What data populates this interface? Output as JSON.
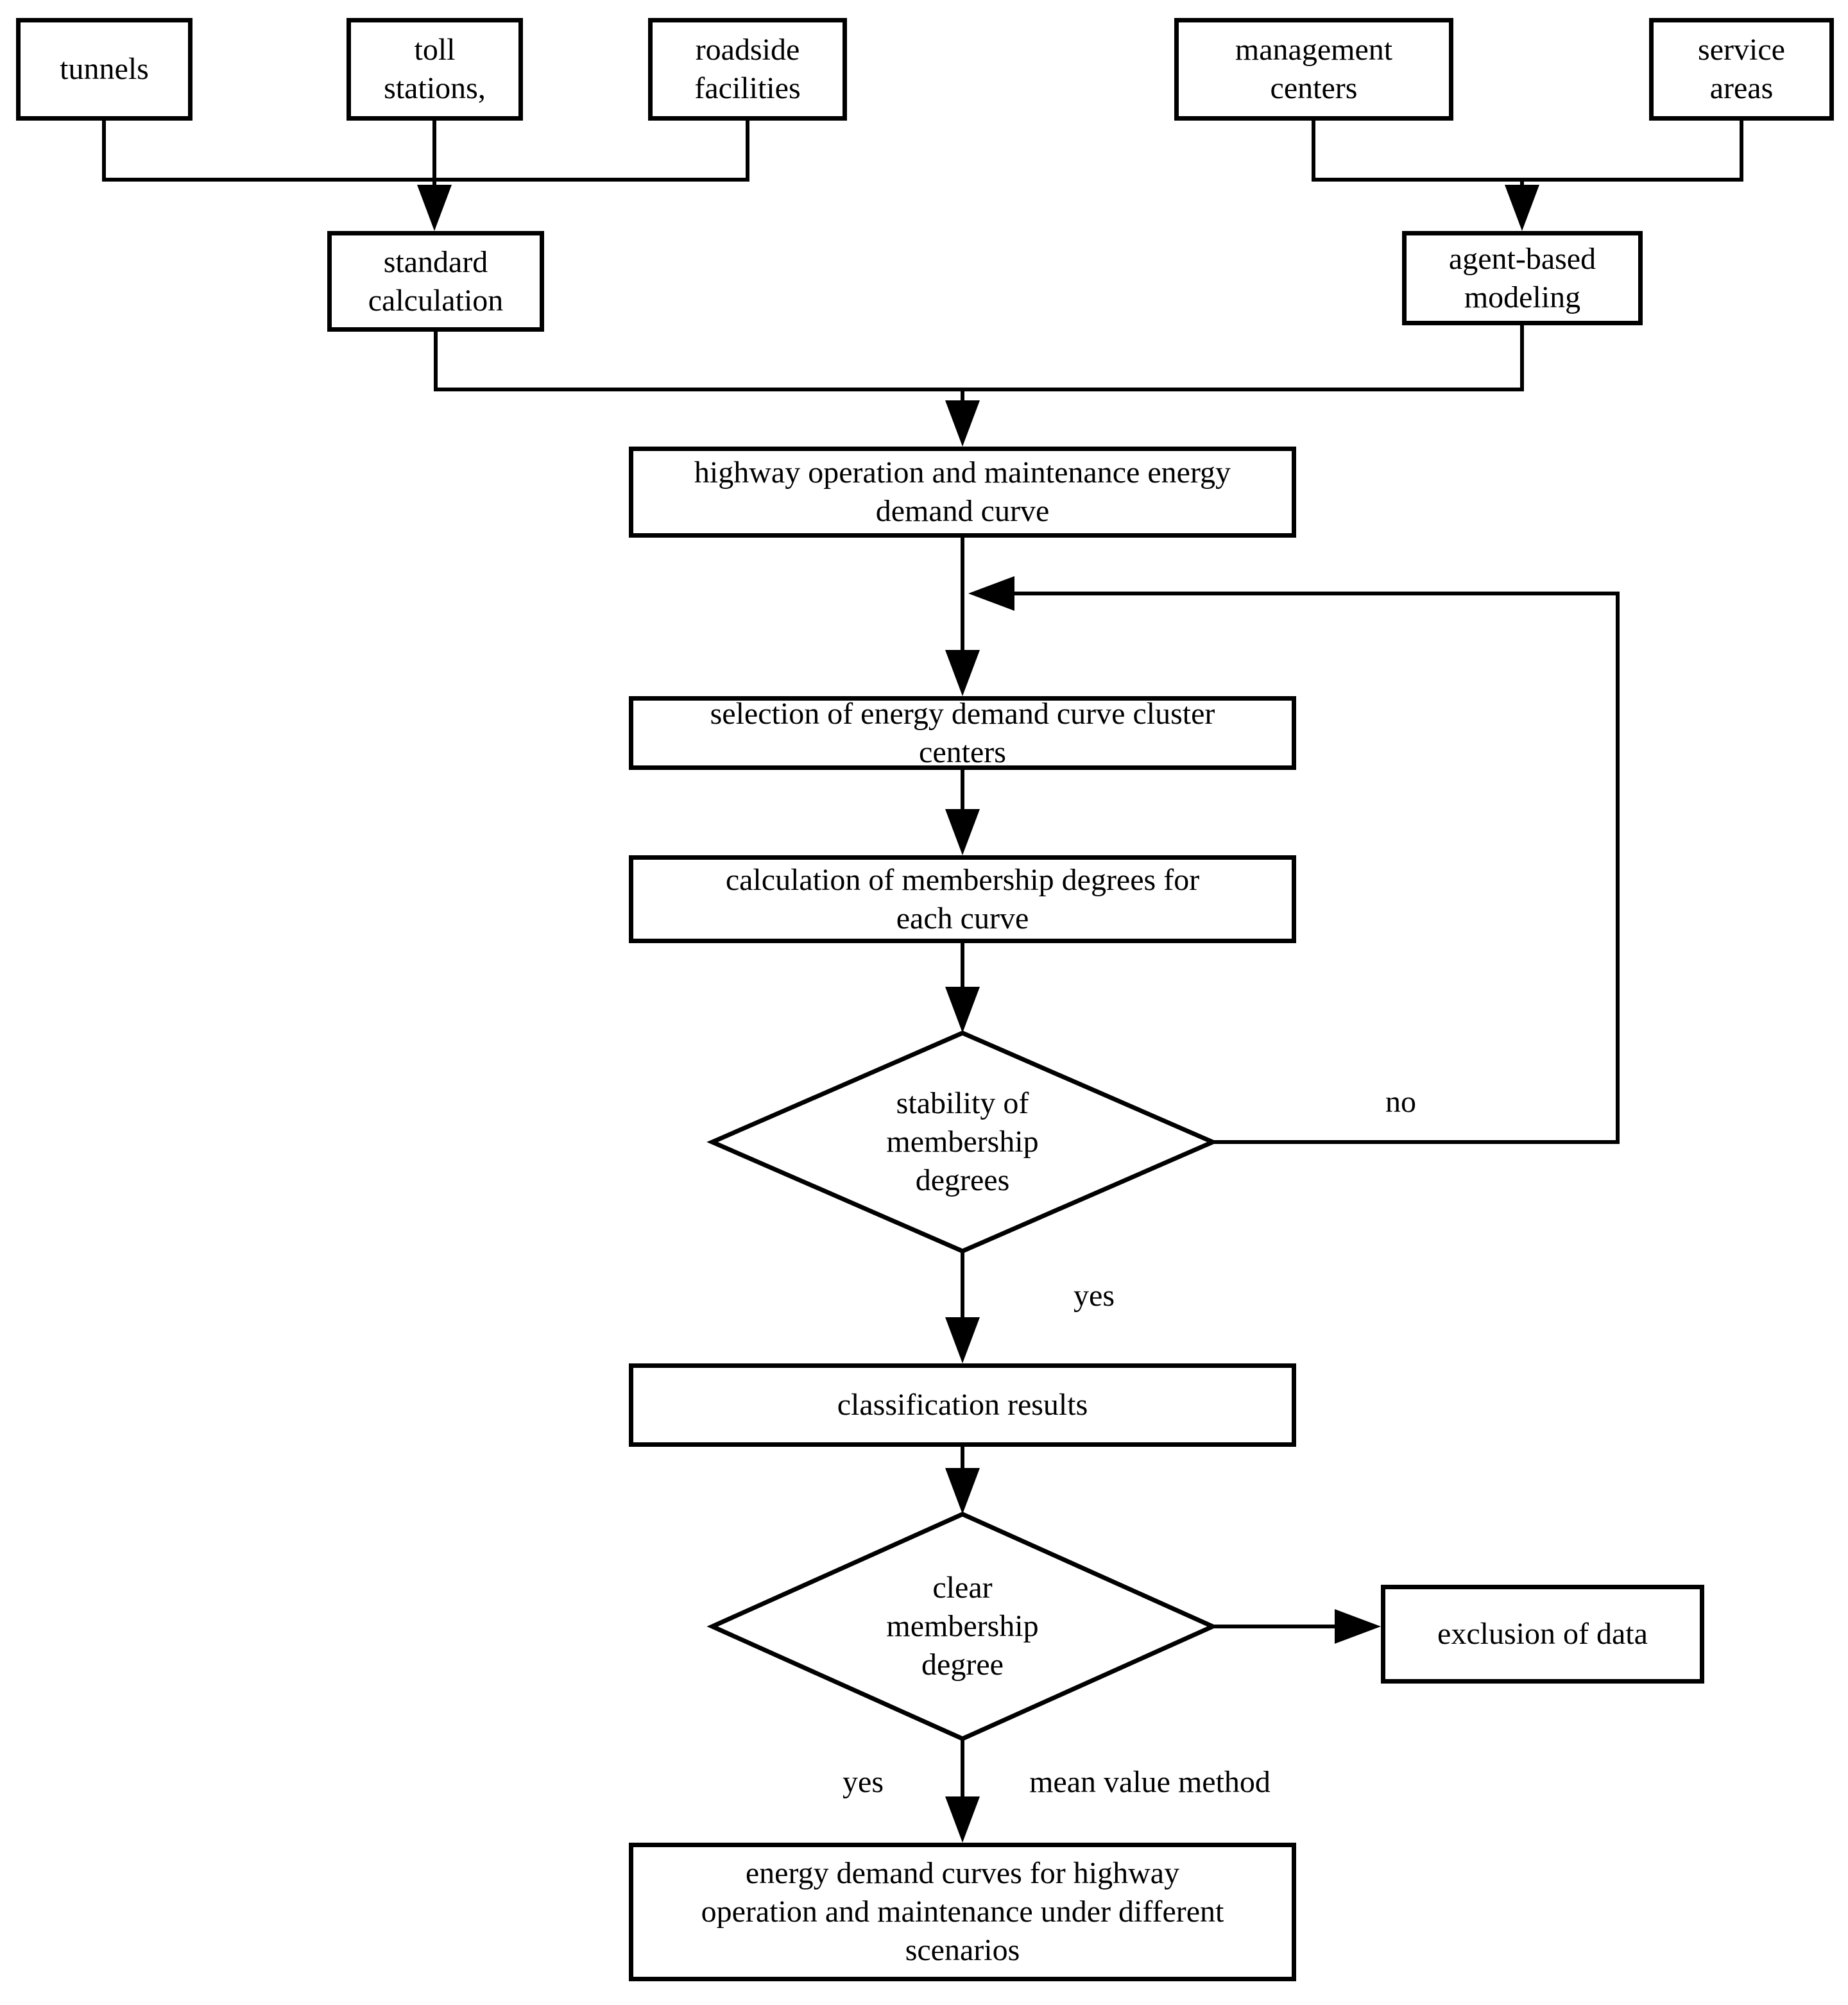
{
  "nodes": {
    "tunnels": {
      "label": "tunnels"
    },
    "toll_stations": {
      "label": "toll\nstations,"
    },
    "roadside_facilities": {
      "label": "roadside\nfacilities"
    },
    "management_centers": {
      "label": "management\ncenters"
    },
    "service_areas": {
      "label": "service\nareas"
    },
    "standard_calculation": {
      "label": "standard\ncalculation"
    },
    "agent_based_modeling": {
      "label": "agent-based\nmodeling"
    },
    "demand_curve": {
      "label": "highway operation and maintenance energy\ndemand curve"
    },
    "cluster_centers": {
      "label": "selection of energy demand curve cluster\ncenters"
    },
    "membership_calculation": {
      "label": "calculation of membership degrees for\neach curve"
    },
    "stability_decision": {
      "label": "stability of\nmembership\ndegrees"
    },
    "classification_results": {
      "label": "classification results"
    },
    "clear_membership_decision": {
      "label": "clear\nmembership\ndegree"
    },
    "exclusion_of_data": {
      "label": "exclusion of data"
    },
    "final_curves": {
      "label": "energy demand curves for highway\noperation and maintenance under different\nscenarios"
    }
  },
  "edge_labels": {
    "stability_no": "no",
    "stability_yes": "yes",
    "clear_yes": "yes",
    "mean_value_method": "mean value method"
  },
  "colors": {
    "line": "#000000",
    "shape_fill": "#ffffff",
    "background": "#ffffff"
  }
}
